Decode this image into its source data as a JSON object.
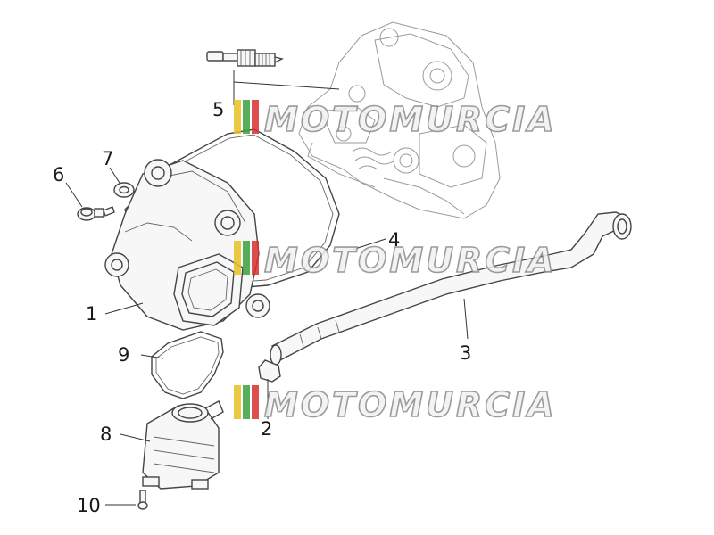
{
  "diagram": {
    "watermark": {
      "text": "MOTOMURCIA",
      "colors": [
        "#e8c020",
        "#3aa040",
        "#d83030"
      ]
    },
    "callouts": [
      {
        "id": "1",
        "label": "1"
      },
      {
        "id": "2",
        "label": "2"
      },
      {
        "id": "3",
        "label": "3"
      },
      {
        "id": "4",
        "label": "4"
      },
      {
        "id": "5",
        "label": "5"
      },
      {
        "id": "6",
        "label": "6"
      },
      {
        "id": "7",
        "label": "7"
      },
      {
        "id": "8",
        "label": "8"
      },
      {
        "id": "9",
        "label": "9"
      },
      {
        "id": "10",
        "label": "10"
      }
    ]
  }
}
